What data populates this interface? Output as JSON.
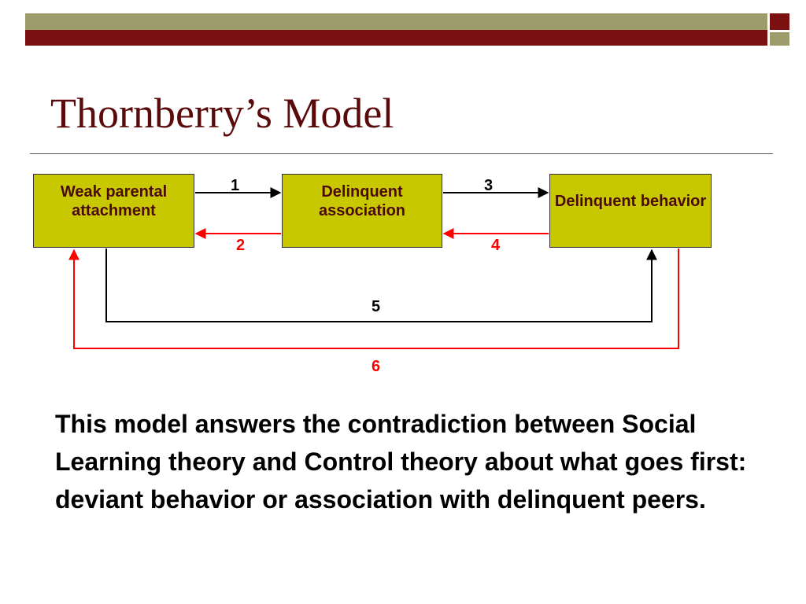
{
  "slide": {
    "title": "Thornberry’s Model",
    "body": "This model answers the contradiction between Social Learning theory and Control theory about what goes first: deviant behavior or association with delinquent peers."
  },
  "diagram": {
    "nodes": {
      "attachment": "Weak parental attachment",
      "association": "Delinquent association",
      "behavior": "Delinquent behavior"
    },
    "edges": [
      {
        "label": "1",
        "from": "attachment",
        "to": "association",
        "color": "#000000"
      },
      {
        "label": "2",
        "from": "association",
        "to": "attachment",
        "color": "#ff0000"
      },
      {
        "label": "3",
        "from": "association",
        "to": "behavior",
        "color": "#000000"
      },
      {
        "label": "4",
        "from": "behavior",
        "to": "association",
        "color": "#ff0000"
      },
      {
        "label": "5",
        "from": "attachment",
        "to": "behavior",
        "color": "#000000"
      },
      {
        "label": "6",
        "from": "behavior",
        "to": "attachment",
        "color": "#ff0000"
      }
    ]
  },
  "colors": {
    "band_olive": "#9c9c6c",
    "band_red": "#7a1010",
    "title": "#5a0a0a",
    "node_fill": "#c8c800",
    "node_text": "#4a0a0a",
    "arrow_black": "#000000",
    "arrow_red": "#ff0000"
  }
}
